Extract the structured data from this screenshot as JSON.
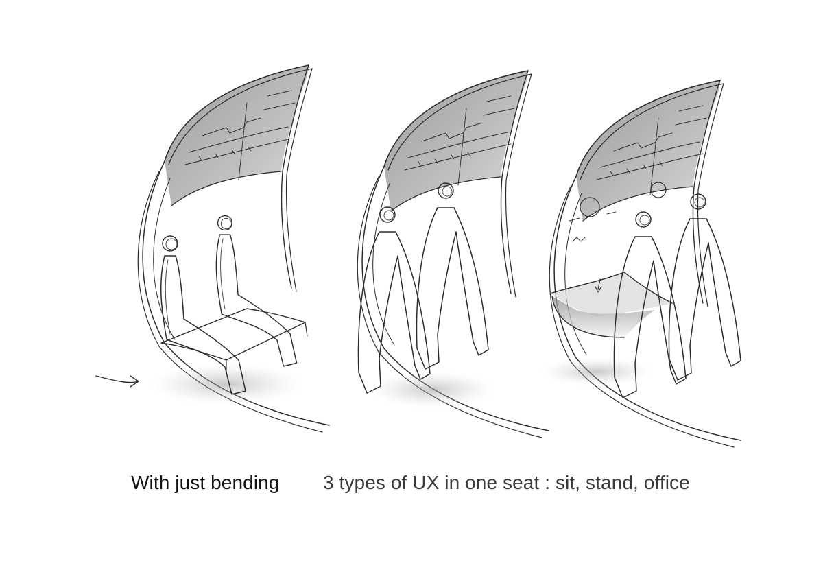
{
  "captions": {
    "left": "With just bending",
    "right": "3 types of UX in one seat : sit, stand, office"
  },
  "colors": {
    "background": "#ffffff",
    "pencil": "#2b2b2b",
    "screen_shade": "#9a9a9a",
    "caption_left": "#111111",
    "caption_right": "#3a3a3a"
  },
  "sketches": [
    {
      "mode": "sit"
    },
    {
      "mode": "stand"
    },
    {
      "mode": "office"
    }
  ]
}
